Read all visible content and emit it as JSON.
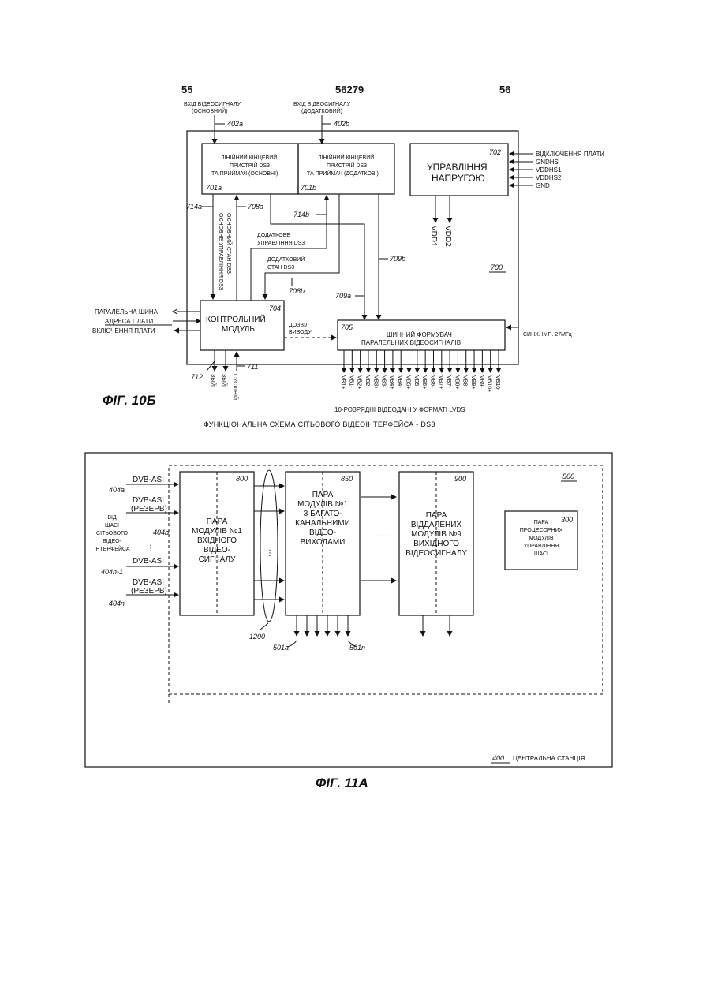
{
  "header": {
    "page_left": "55",
    "doc_number": "56279",
    "page_right": "56"
  },
  "fig10": {
    "caption": "ФІГ. 10Б",
    "subtitle": "ФУНКЦІОНАЛЬНА СХЕМА СІТЬОВОГО ВІДЕОІНТЕРФЕЙСА - DS3",
    "input_main_1": "ВХІД ВІДЕОСИГНАЛУ",
    "input_main_2": "(ОСНОВНИЙ)",
    "input_aux_1": "ВХІД ВІДЕОСИГНАЛУ",
    "input_aux_2": "(ДОДАТКОВИЙ)",
    "ref_402a": "402a",
    "ref_402b": "402b",
    "box701a_l1": "ЛІНІЙНИЙ КІНЦЕВИЙ",
    "box701a_l2": "ПРИСТРІЙ DS3",
    "box701a_l3": "ТА ПРИЙМАЧ (ОСНОВНІ)",
    "ref_701a": "701a",
    "box701b_l1": "ЛІНІЙНИЙ КІНЦЕВИЙ",
    "box701b_l2": "ПРИСТРІЙ DS3",
    "box701b_l3": "ТА ПРИЙМАЧ (ДОДАТКОВІ)",
    "ref_701b": "701b",
    "power_l1": "УПРАВЛІННЯ",
    "power_l2": "НАПРУГОЮ",
    "ref_702": "702",
    "power_inputs": [
      "ВІДКЛЮЧЕННЯ ПЛАТИ",
      "GNDHS",
      "VDDHS1",
      "VDDHS2",
      "GND"
    ],
    "vdd1": "VDD1",
    "vdd2": "VDD2",
    "ref_700": "700",
    "ref_714a": "714a",
    "ref_708a": "708a",
    "ref_714b": "714b",
    "ref_709b": "709b",
    "ref_708b": "708b",
    "ref_709a": "709a",
    "ref_704": "704",
    "ref_705": "705",
    "ref_711": "711",
    "ref_712": "712",
    "vert_main_ctrl": "ОСНОВНЕ УПРАВЛІННЯ DS3",
    "vert_main_state": "ОСНОВНИЙ СТАН DS3",
    "aux_ctrl_1": "ДОДАТКОВЕ",
    "aux_ctrl_2": "УПРАВЛІННЯ DS3",
    "aux_state_1": "ДОДАТКОВИЙ",
    "aux_state_2": "СТАН DS3",
    "ctrl_l1": "КОНТРОЛЬНИЙ",
    "ctrl_l2": "МОДУЛЬ",
    "left_signals": [
      "ПАРАЛЕЛЬНА ШИНА",
      "АДРЕСА ПЛАТИ",
      "ВКЛЮЧЕННЯ ПЛАТИ"
    ],
    "output_enable_1": "ДОЗВІЛ",
    "output_enable_2": "ВИВОДУ",
    "fmt_l1": "ШИННИЙ ФОРМУВАЧ",
    "fmt_l2": "ПАРАЛЕЛЬНИХ ВІДЕОСИГНАЛІВ",
    "sync": "СИНХ. ІМП. 27МГц",
    "bottom_vert": [
      "ЗБІЙ",
      "ЗБІЙ",
      "СУСІДНІЙ"
    ],
    "outputs": [
      "VB1+",
      "VB1-",
      "VB2+",
      "VB2-",
      "VB3+",
      "VB3-",
      "VB4+",
      "VB4-",
      "VB5+",
      "VB5-",
      "VB6+",
      "VB6-",
      "VB7+",
      "VB7-",
      "VB8+",
      "VB8-",
      "VB9+",
      "VB9-",
      "VB10+",
      "VB10-"
    ],
    "outputs_note": "10-РОЗРЯДНІ ВІДЕОДАНІ У ФОРМАТІ LVDS"
  },
  "fig11": {
    "caption": "ФІГ. 11А",
    "central": "ЦЕНТРАЛЬНА СТАНЦІЯ",
    "ref_400": "400",
    "ref_500": "500",
    "inputs": [
      "DVB-ASI",
      "DVB-ASI",
      "(РЕЗЕРВ)",
      "DVB-ASI",
      "DVB-ASI",
      "(РЕЗЕРВ)"
    ],
    "input_refs": [
      "404a",
      "404b",
      "404n-1",
      "404n"
    ],
    "from_chassis": [
      "ВІД",
      "ШАСІ",
      "СІТЬОВОГО",
      "ВІДЕО-",
      "ІНТЕРФЕЙСА"
    ],
    "box800_ref": "800",
    "box800": [
      "ПАРА",
      "МОДУЛІВ №1",
      "ВХІДНОГО",
      "ВІДЕО-",
      "СИГНАЛУ"
    ],
    "box850_ref": "850",
    "box850": [
      "ПАРА",
      "МОДУЛІВ №1",
      "З БАГАТО-",
      "КАНАЛЬНИМИ",
      "ВІДЕО-",
      "ВИХОДАМИ"
    ],
    "box900_ref": "900",
    "box900": [
      "ПАРА",
      "ВІДДАЛЕНИХ",
      "МОДУЛІВ №9",
      "ВИХІДНОГО",
      "ВІДЕОСИГНАЛУ"
    ],
    "box300_ref": "300",
    "box300": [
      "ПАРА",
      "ПРОЦЕСОРНИХ",
      "МОДУЛІВ",
      "УПРАВЛІННЯ",
      "ШАСІ"
    ],
    "ref_1200": "1200",
    "ref_501a": "501a",
    "ref_501n": "501n"
  }
}
